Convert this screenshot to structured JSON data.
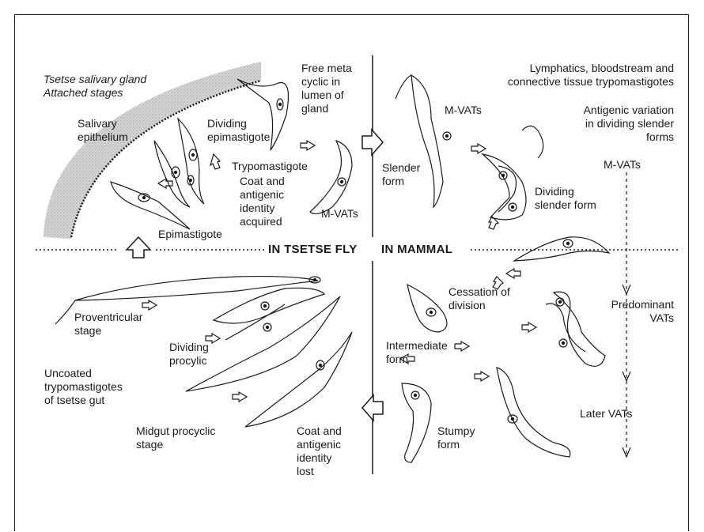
{
  "labels": {
    "salivary_gland": "Tsetse salivary gland\nAttached stages",
    "salivary_epithelium": "Salivary\nepithelium",
    "dividing_epimastigote": "Dividing\nepimastigote",
    "free_metacyclic": "Free meta\ncyclic in\nlumen of\ngland",
    "trypomastigote": "Trypomastigote",
    "coat_acquired": "Coat and\nantigenic\nidentity\nacquired",
    "m_vats_fly": "M-VATs",
    "epimastigote": "Epimastigote",
    "in_tsetse_fly": "IN TSETSE FLY",
    "in_mammal": "IN MAMMAL",
    "lymphatics": "Lymphatics, bloodstream and\nconnective tissue trypomastigotes",
    "m_vats_mammal": "M-VATs",
    "antigenic_variation": "Antigenic variation\nin dividing slender\nforms",
    "m_vats_side": "M-VATs",
    "slender_form": "Slender\nform",
    "dividing_slender": "Dividing\nslender form",
    "cessation": "Cessation of\ndivision",
    "predominant_vats": "Predominant\nVATs",
    "intermediate_form": "Intermediate\nform",
    "later_vats": "Later VATs",
    "stumpy_form": "Stumpy\nform",
    "proventricular": "Proventricular\nstage",
    "dividing_procylic": "Dividing\nprocylic",
    "uncoated": "Uncoated\ntrypomastigotes\nof tsetse gut",
    "midgut_procyclic": "Midgut procyclic\nstage",
    "coat_lost": "Coat and\nantigenic\nidentity\nlost"
  },
  "colors": {
    "ink": "#1a1a1a",
    "gland": "#c9c9c9",
    "paper": "#ffffff"
  }
}
